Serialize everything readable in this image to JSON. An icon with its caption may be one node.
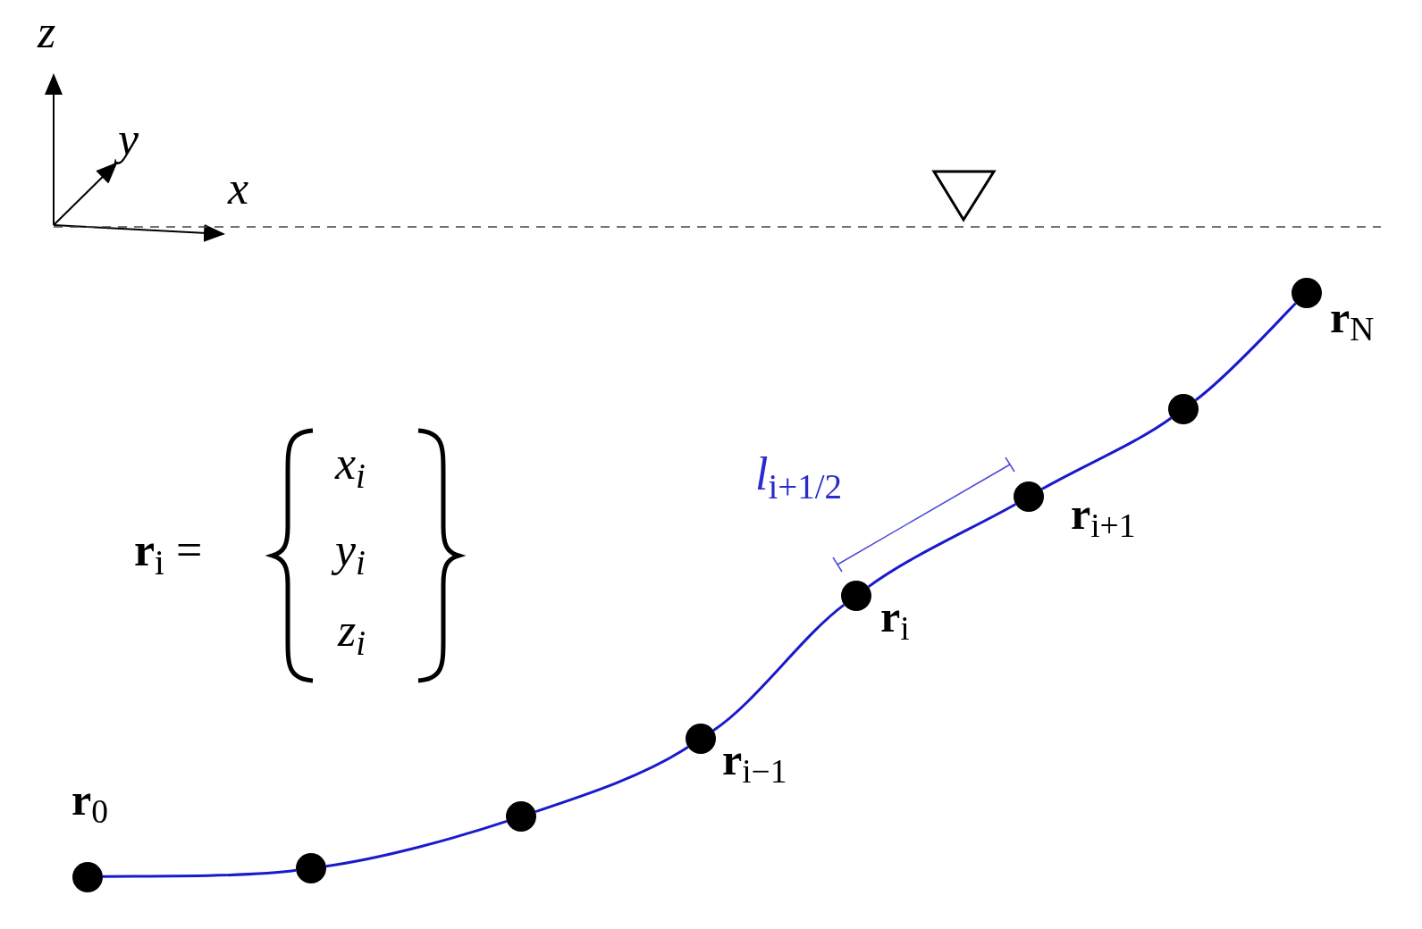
{
  "diagram": {
    "nodes": [
      {
        "text": [],
        "shape": "circle",
        "beside": [
          "**r**$_{0}$"
        ]
      },
      {
        "text": [],
        "shape": "circle"
      },
      {
        "text": [],
        "shape": "circle"
      },
      {
        "text": [],
        "shape": "circle",
        "beside": [
          "**r**$_{i−1}$"
        ]
      },
      {
        "text": [],
        "shape": "circle",
        "beside": [
          "**r**$_{i}$"
        ]
      },
      {
        "text": [],
        "shape": "circle",
        "beside": [
          "**r**$_{i+1}$"
        ]
      },
      {
        "text": [],
        "shape": "circle"
      },
      {
        "text": [],
        "shape": "circle",
        "beside": [
          "**r**$_{N}$"
        ]
      }
    ],
    "edges": [
      {
        "from": 0,
        "to": 1,
        "arrow": "none",
        "color": "#1a1acc"
      },
      {
        "from": 1,
        "to": 2,
        "arrow": "none",
        "color": "#1a1acc"
      },
      {
        "from": 2,
        "to": 3,
        "arrow": "none",
        "color": "#1a1acc"
      },
      {
        "from": 3,
        "to": 4,
        "arrow": "none",
        "color": "#1a1acc"
      },
      {
        "from": 4,
        "to": 5,
        "arrow": "none",
        "color": "#1a1acc"
      },
      {
        "from": 5,
        "to": 6,
        "arrow": "none",
        "color": "#1a1acc"
      },
      {
        "from": 6,
        "to": 7,
        "arrow": "none",
        "color": "#1a1acc"
      }
    ],
    "labels": [
      "z",
      "y",
      "x",
      "*l*$_{i+1/2}$",
      "**r**$_{i}$ =",
      "x$_{i}$",
      "y$_{i}$",
      "z$_{i}$"
    ]
  }
}
